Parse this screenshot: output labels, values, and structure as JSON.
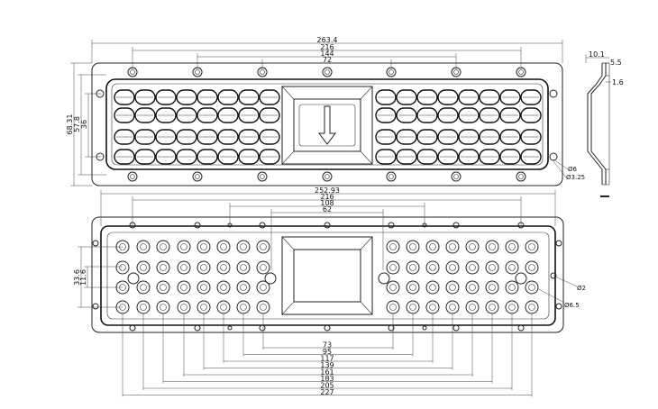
{
  "top_view": {
    "dims_horizontal": [
      "263.4",
      "216",
      "144",
      "72"
    ],
    "dims_vertical": [
      "68.31",
      "57.8",
      "36"
    ],
    "hole_labels": [
      "Ø6",
      "Ø3.25"
    ]
  },
  "side_view": {
    "dims": [
      "10.1",
      "5.5",
      "1.6"
    ]
  },
  "bottom_view": {
    "dims_horizontal_top": [
      "252.93",
      "216",
      "108",
      "62"
    ],
    "dims_vertical": [
      "33.6",
      "11.6"
    ],
    "dims_horizontal_bottom": [
      "73",
      "95",
      "117",
      "139",
      "161",
      "183",
      "205",
      "227"
    ],
    "hole_labels": [
      "Ø2",
      "Ø6.5"
    ]
  }
}
